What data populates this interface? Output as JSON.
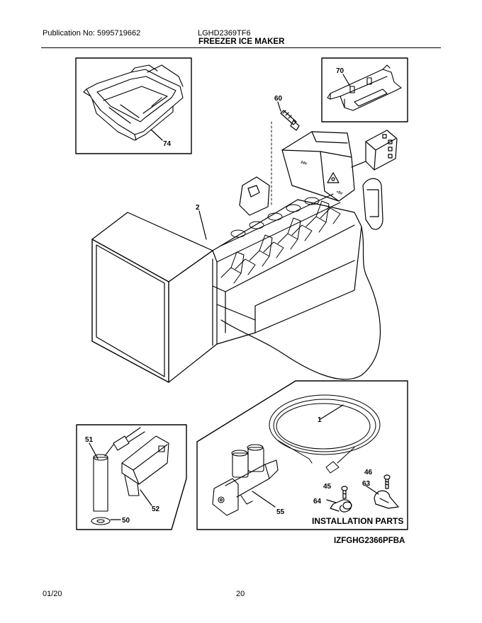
{
  "header": {
    "publication": "Publication No: 5995719662",
    "model": "LGHD2369TF6",
    "title": "FREEZER ICE MAKER"
  },
  "footer": {
    "date": "01/20",
    "page": "20"
  },
  "diagram": {
    "part_labels": {
      "p74": "74",
      "p70": "70",
      "p60": "60",
      "p2": "2",
      "p1": "1",
      "p51": "51",
      "p52": "52",
      "p50": "50",
      "p55": "55",
      "p46": "46",
      "p45": "45",
      "p63": "63",
      "p64": "64"
    },
    "installation_parts": "INSTALLATION PARTS",
    "diagram_code": "IZFGHG2366PFBA",
    "device_text_1": "24V",
    "device_text_2": "+5V"
  }
}
